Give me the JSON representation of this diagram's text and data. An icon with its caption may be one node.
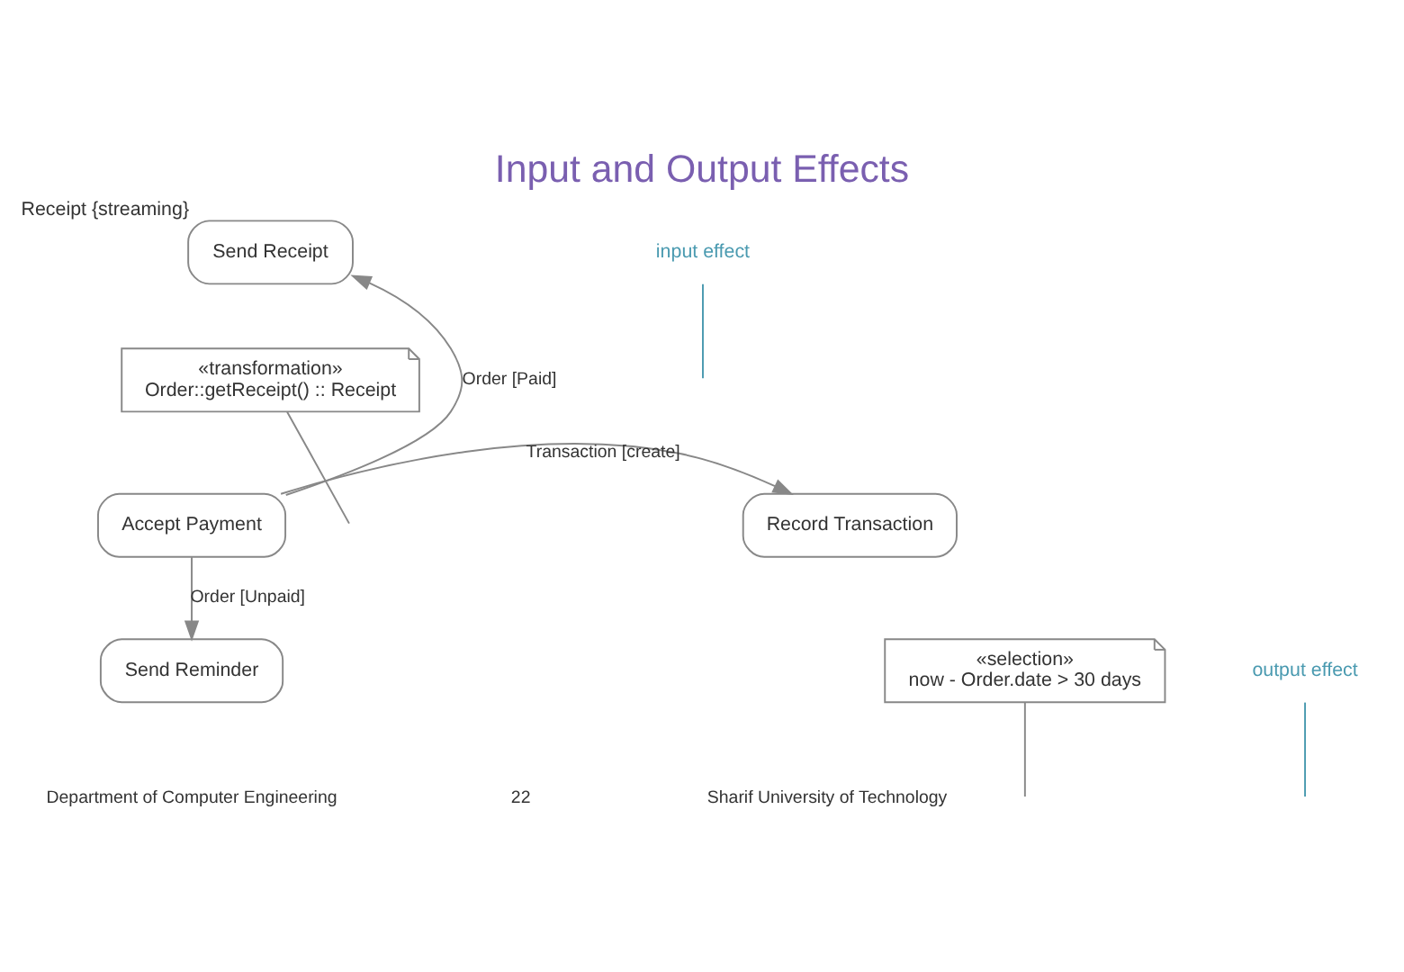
{
  "diagram": {
    "title": "Input and Output Effects",
    "nodes": [
      {
        "text": [
          "Send Receipt"
        ],
        "beside": [
          "Receipt {streaming}"
        ]
      },
      {
        "text": [
          "«transformation»",
          "Order::getReceipt() :: Receipt"
        ]
      },
      {
        "text": [
          "Record Transaction"
        ]
      },
      {
        "text": [
          "Accept Payment"
        ]
      },
      {
        "text": [
          "«selection»",
          "now - Order.date > 30 days"
        ]
      },
      {
        "text": [
          "Send Reminder"
        ]
      },
      {
        "text": [
          "input effect"
        ]
      },
      {
        "text": [
          "output effect"
        ]
      }
    ],
    "edges": [
      {
        "from": 3,
        "to": 0,
        "arrow": "to",
        "label": "Order [Paid]"
      },
      {
        "from": 3,
        "to": 2,
        "arrow": "to",
        "label": "Transaction [create]"
      },
      {
        "from": 3,
        "to": 5,
        "arrow": "to",
        "label": "Order [Unpaid]"
      },
      {
        "from": 1,
        "to": null,
        "arrow": "none"
      },
      {
        "from": 4,
        "to": null,
        "arrow": "none"
      },
      {
        "from": 6,
        "to": null,
        "arrow": "none",
        "color": "#4a9ab0"
      },
      {
        "from": 7,
        "to": null,
        "arrow": "none",
        "color": "#4a9ab0"
      }
    ],
    "labels": [
      "Department of Computer Engineering",
      "22",
      "Sharif University of Technology"
    ]
  }
}
